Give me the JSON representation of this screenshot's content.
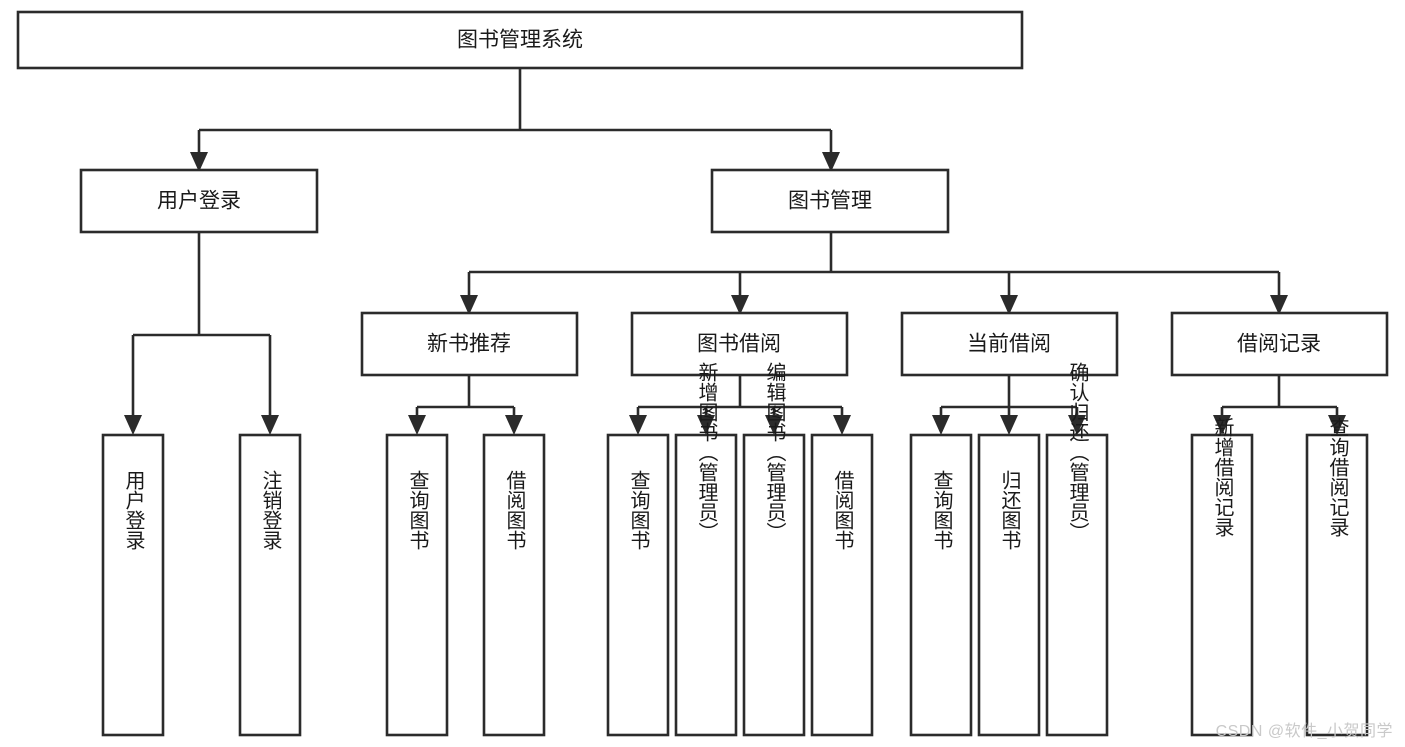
{
  "diagram": {
    "type": "hierarchy-tree",
    "title": "图书管理系统",
    "orientation": "top-down",
    "watermark": "CSDN @软件_小贺同学",
    "colors": {
      "box_fill": "#ffffff",
      "box_stroke": "#2b2b2b",
      "text": "#1a1a1a",
      "background": "#ffffff",
      "watermark": "#c9c9c9"
    },
    "levels": {
      "root": "图书管理系统",
      "level2": [
        "用户登录",
        "图书管理"
      ],
      "level3": [
        "新书推荐",
        "图书借阅",
        "当前借阅",
        "借阅记录"
      ],
      "level4_groups": [
        [
          "用户登录",
          "注销登录"
        ],
        [
          "查询图书",
          "借阅图书"
        ],
        [
          "查询图书",
          "新增图书（管理员）",
          "编辑图书（管理员）",
          "借阅图书"
        ],
        [
          "查询图书",
          "归还图书",
          "确认归还（管理员）"
        ],
        [
          "新增借阅记录",
          "查询借阅记录"
        ]
      ]
    },
    "nodes": {
      "root": {
        "label": "图书管理系统"
      },
      "user_login": {
        "label": "用户登录"
      },
      "book_manage": {
        "label": "图书管理"
      },
      "new_book_rec": {
        "label": "新书推荐"
      },
      "book_borrow": {
        "label": "图书借阅"
      },
      "current_borrow": {
        "label": "当前借阅"
      },
      "borrow_record": {
        "label": "借阅记录"
      },
      "leaf_user_login": {
        "label": "用户登录"
      },
      "leaf_user_logout": {
        "label": "注销登录"
      },
      "leaf_query_book_1": {
        "label": "查询图书"
      },
      "leaf_borrow_book_1": {
        "label": "借阅图书"
      },
      "leaf_query_book_2": {
        "label": "查询图书"
      },
      "leaf_add_book": {
        "label": "新增图书（管理员）"
      },
      "leaf_edit_book": {
        "label": "编辑图书（管理员）"
      },
      "leaf_borrow_book_2": {
        "label": "借阅图书"
      },
      "leaf_query_book_3": {
        "label": "查询图书"
      },
      "leaf_return_book": {
        "label": "归还图书"
      },
      "leaf_confirm_return": {
        "label": "确认归还（管理员）"
      },
      "leaf_add_record": {
        "label": "新增借阅记录"
      },
      "leaf_query_record": {
        "label": "查询借阅记录"
      }
    }
  }
}
